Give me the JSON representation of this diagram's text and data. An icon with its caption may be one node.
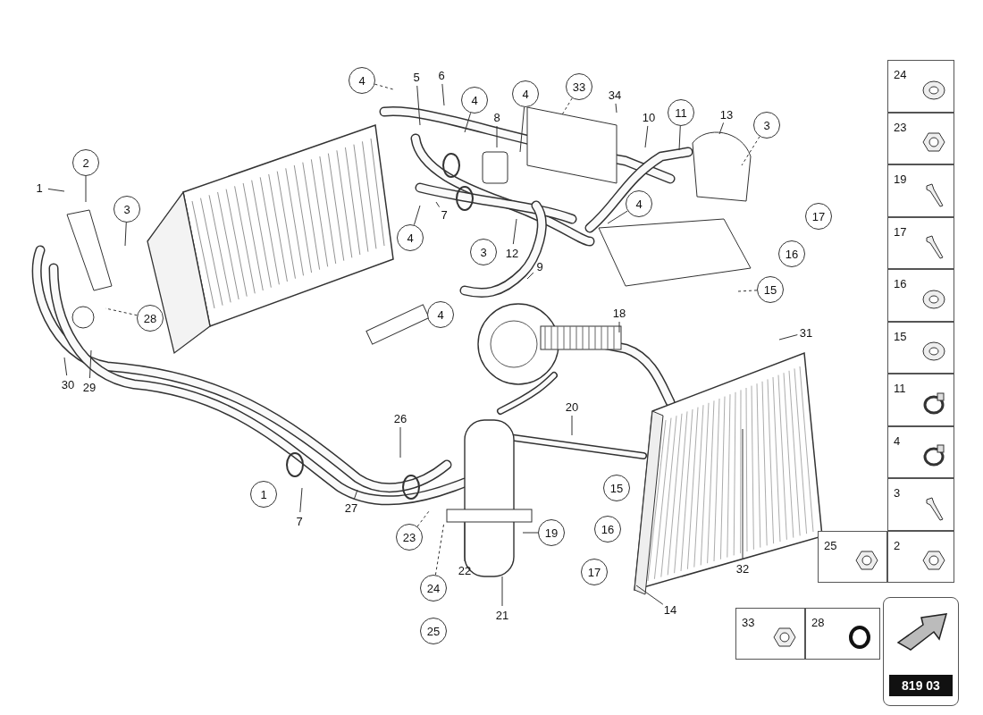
{
  "diagram": {
    "nodes": [
      {
        "text": [
          "4"
        ]
      },
      {
        "text": [
          "5"
        ]
      },
      {
        "text": [
          "6"
        ]
      },
      {
        "text": [
          "4"
        ]
      },
      {
        "text": [
          "4"
        ]
      },
      {
        "text": [
          "33"
        ]
      },
      {
        "text": [
          "34"
        ]
      },
      {
        "text": [
          "8"
        ]
      },
      {
        "text": [
          "10"
        ]
      },
      {
        "text": [
          "11"
        ]
      },
      {
        "text": [
          "13"
        ]
      },
      {
        "text": [
          "3"
        ]
      },
      {
        "text": [
          "2"
        ]
      },
      {
        "text": [
          "1"
        ]
      },
      {
        "text": [
          "3"
        ]
      },
      {
        "text": [
          "4"
        ]
      },
      {
        "text": [
          "7"
        ]
      },
      {
        "text": [
          "4"
        ]
      },
      {
        "text": [
          "17"
        ]
      },
      {
        "text": [
          "3"
        ]
      },
      {
        "text": [
          "12"
        ]
      },
      {
        "text": [
          "16"
        ]
      },
      {
        "text": [
          "9"
        ]
      },
      {
        "text": [
          "15"
        ]
      },
      {
        "text": [
          "28"
        ]
      },
      {
        "text": [
          "4"
        ]
      },
      {
        "text": [
          "18"
        ]
      },
      {
        "text": [
          "31"
        ]
      },
      {
        "text": [
          "30"
        ]
      },
      {
        "text": [
          "29"
        ]
      },
      {
        "text": [
          "26"
        ]
      },
      {
        "text": [
          "20"
        ]
      },
      {
        "text": [
          "1"
        ]
      },
      {
        "text": [
          "27"
        ]
      },
      {
        "text": [
          "15"
        ]
      },
      {
        "text": [
          "7"
        ]
      },
      {
        "text": [
          "23"
        ]
      },
      {
        "text": [
          "19"
        ]
      },
      {
        "text": [
          "16"
        ]
      },
      {
        "text": [
          "22"
        ]
      },
      {
        "text": [
          "32"
        ]
      },
      {
        "text": [
          "24"
        ]
      },
      {
        "text": [
          "17"
        ]
      },
      {
        "text": [
          "21"
        ]
      },
      {
        "text": [
          "14"
        ]
      },
      {
        "text": [
          "25"
        ]
      }
    ],
    "edges": [
      {
        "from": 0,
        "to": null,
        "arrow": "none",
        "style": "dashed"
      },
      {
        "from": 1,
        "to": null,
        "arrow": "none"
      },
      {
        "from": 2,
        "to": null,
        "arrow": "none"
      },
      {
        "from": 3,
        "to": null,
        "arrow": "none"
      },
      {
        "from": 4,
        "to": null,
        "arrow": "none"
      },
      {
        "from": 5,
        "to": null,
        "arrow": "none",
        "style": "dashed"
      },
      {
        "from": 6,
        "to": null,
        "arrow": "none"
      },
      {
        "from": 7,
        "to": null,
        "arrow": "none"
      },
      {
        "from": 8,
        "to": null,
        "arrow": "none"
      },
      {
        "from": 9,
        "to": null,
        "arrow": "none"
      },
      {
        "from": 10,
        "to": null,
        "arrow": "none"
      },
      {
        "from": 11,
        "to": null,
        "arrow": "none",
        "style": "dashed"
      },
      {
        "from": 12,
        "to": null,
        "arrow": "none"
      },
      {
        "from": 13,
        "to": null,
        "arrow": "none"
      },
      {
        "from": 14,
        "to": null,
        "arrow": "none"
      },
      {
        "from": 15,
        "to": null,
        "arrow": "none"
      },
      {
        "from": 16,
        "to": null,
        "arrow": "none"
      },
      {
        "from": 17,
        "to": null,
        "arrow": "none"
      },
      {
        "from": 20,
        "to": null,
        "arrow": "none"
      },
      {
        "from": 22,
        "to": null,
        "arrow": "none"
      },
      {
        "from": 23,
        "to": null,
        "arrow": "none",
        "style": "dashed"
      },
      {
        "from": 24,
        "to": null,
        "arrow": "none",
        "style": "dashed"
      },
      {
        "from": 26,
        "to": null,
        "arrow": "none"
      },
      {
        "from": 27,
        "to": null,
        "arrow": "none"
      },
      {
        "from": 28,
        "to": null,
        "arrow": "none"
      },
      {
        "from": 29,
        "to": null,
        "arrow": "none"
      },
      {
        "from": 30,
        "to": null,
        "arrow": "none"
      },
      {
        "from": 31,
        "to": null,
        "arrow": "none"
      },
      {
        "from": 33,
        "to": null,
        "arrow": "none"
      },
      {
        "from": 35,
        "to": null,
        "arrow": "none"
      },
      {
        "from": 36,
        "to": null,
        "arrow": "none",
        "style": "dashed"
      },
      {
        "from": 37,
        "to": null,
        "arrow": "none"
      },
      {
        "from": 39,
        "to": null,
        "arrow": "none"
      },
      {
        "from": 40,
        "to": null,
        "arrow": "none"
      },
      {
        "from": 41,
        "to": null,
        "arrow": "none",
        "style": "dashed"
      },
      {
        "from": 43,
        "to": null,
        "arrow": "none"
      },
      {
        "from": 44,
        "to": null,
        "arrow": "none"
      }
    ],
    "labels": [
      "24",
      "23",
      "19",
      "17",
      "16",
      "15",
      "11",
      "4",
      "3",
      "25",
      "2",
      "33",
      "28",
      "819 03"
    ]
  }
}
